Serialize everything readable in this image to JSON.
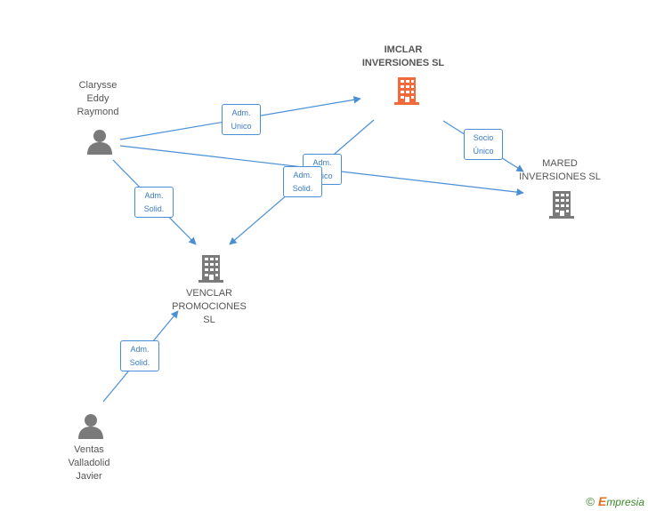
{
  "nodes": {
    "imclar": {
      "lines": [
        "IMCLAR",
        "INVERSIONES SL"
      ]
    },
    "mared": {
      "lines": [
        "MARED",
        "INVERSIONES SL"
      ]
    },
    "venclar": {
      "lines": [
        "VENCLAR",
        "PROMOCIONES",
        "SL"
      ]
    },
    "clarysse": {
      "lines": [
        "Clarysse",
        "Eddy",
        "Raymond"
      ]
    },
    "ventas": {
      "lines": [
        "Ventas",
        "Valladolid",
        "Javier"
      ]
    }
  },
  "edges": {
    "clarysse_imclar": {
      "lines": [
        "Adm.",
        "Unico"
      ]
    },
    "clarysse_mared": {
      "lines": [
        "Adm.",
        "Unico"
      ]
    },
    "imclar_venclar": {
      "lines": [
        "Adm.",
        "Solid."
      ]
    },
    "imclar_mared": {
      "lines": [
        "Socio",
        "Único"
      ]
    },
    "clarysse_venclar": {
      "lines": [
        "Adm.",
        "Solid."
      ]
    },
    "ventas_venclar": {
      "lines": [
        "Adm.",
        "Solid."
      ]
    }
  },
  "colors": {
    "edge": "#4a8fd6",
    "company_main": "#f26a3c",
    "company": "#7a7a7a",
    "person": "#7a7a7a"
  },
  "footer": {
    "copyright": "©",
    "brand_initial": "E",
    "brand_rest": "mpresia"
  }
}
